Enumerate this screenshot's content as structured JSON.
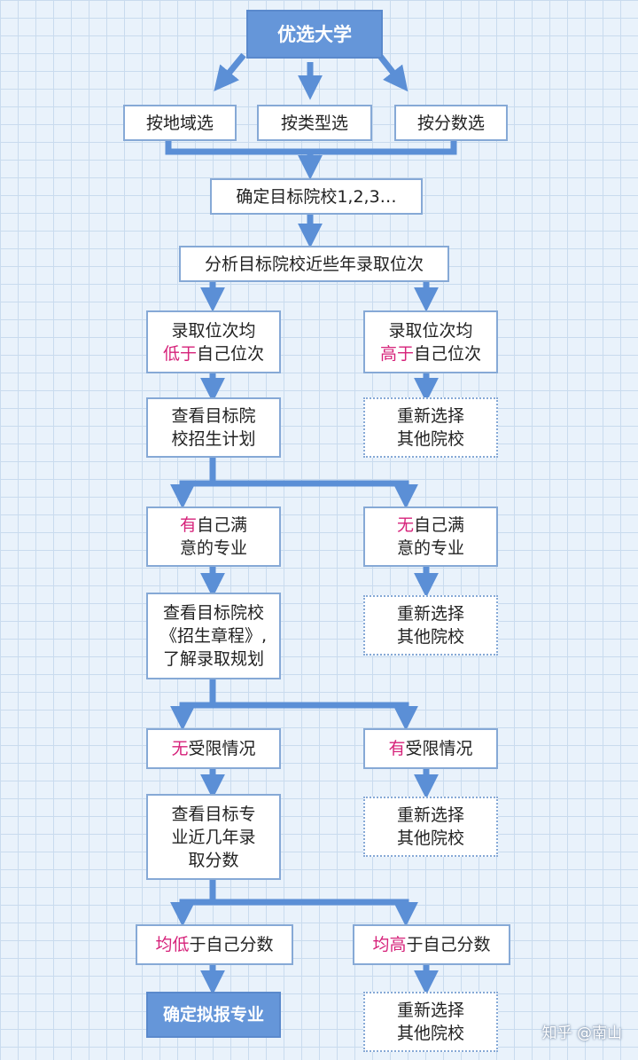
{
  "flowchart": {
    "head": "优选大学",
    "by_region": "按地域选",
    "by_type": "按类型选",
    "by_score": "按分数选",
    "confirm_targets": "确定目标院校1,2,3…",
    "analyze": "分析目标院校近些年录取位次",
    "rank_low": {
      "line1": "录取位次均",
      "hl": "低于",
      "rest": "自己位次"
    },
    "rank_high": {
      "line1": "录取位次均",
      "hl": "高于",
      "rest": "自己位次"
    },
    "check_plan": {
      "line1": "查看目标院",
      "line2": "校招生计划"
    },
    "reselect_label": {
      "line1": "重新选择",
      "line2": "其他院校"
    },
    "major_yes": {
      "hl": "有",
      "rest": "自己满",
      "line2": "意的专业"
    },
    "major_no": {
      "hl": "无",
      "rest": "自己满",
      "line2": "意的专业"
    },
    "check_charter": {
      "line1": "查看目标院校",
      "line2": "《招生章程》,",
      "line3": "了解录取规划"
    },
    "limit_no": {
      "hl": "无",
      "rest": "受限情况"
    },
    "limit_yes": {
      "hl": "有",
      "rest": "受限情况"
    },
    "check_scores": {
      "line1": "查看目标专",
      "line2": "业近几年录",
      "line3": "取分数"
    },
    "score_low": {
      "hl1": "均",
      "hl2": "低",
      "rest": "于自己分数"
    },
    "score_high": {
      "hl1": "均",
      "hl2": "高",
      "rest": "于自己分数"
    },
    "final": "确定拟报专业"
  },
  "watermark": "知乎 @南山",
  "colors": {
    "arrow": "#5b8fd6",
    "box_border": "#86a9d6",
    "head_fill": "#6596d9",
    "highlight": "#d6227a",
    "background": "#e9f2fb",
    "grid": "#c9dbee"
  }
}
